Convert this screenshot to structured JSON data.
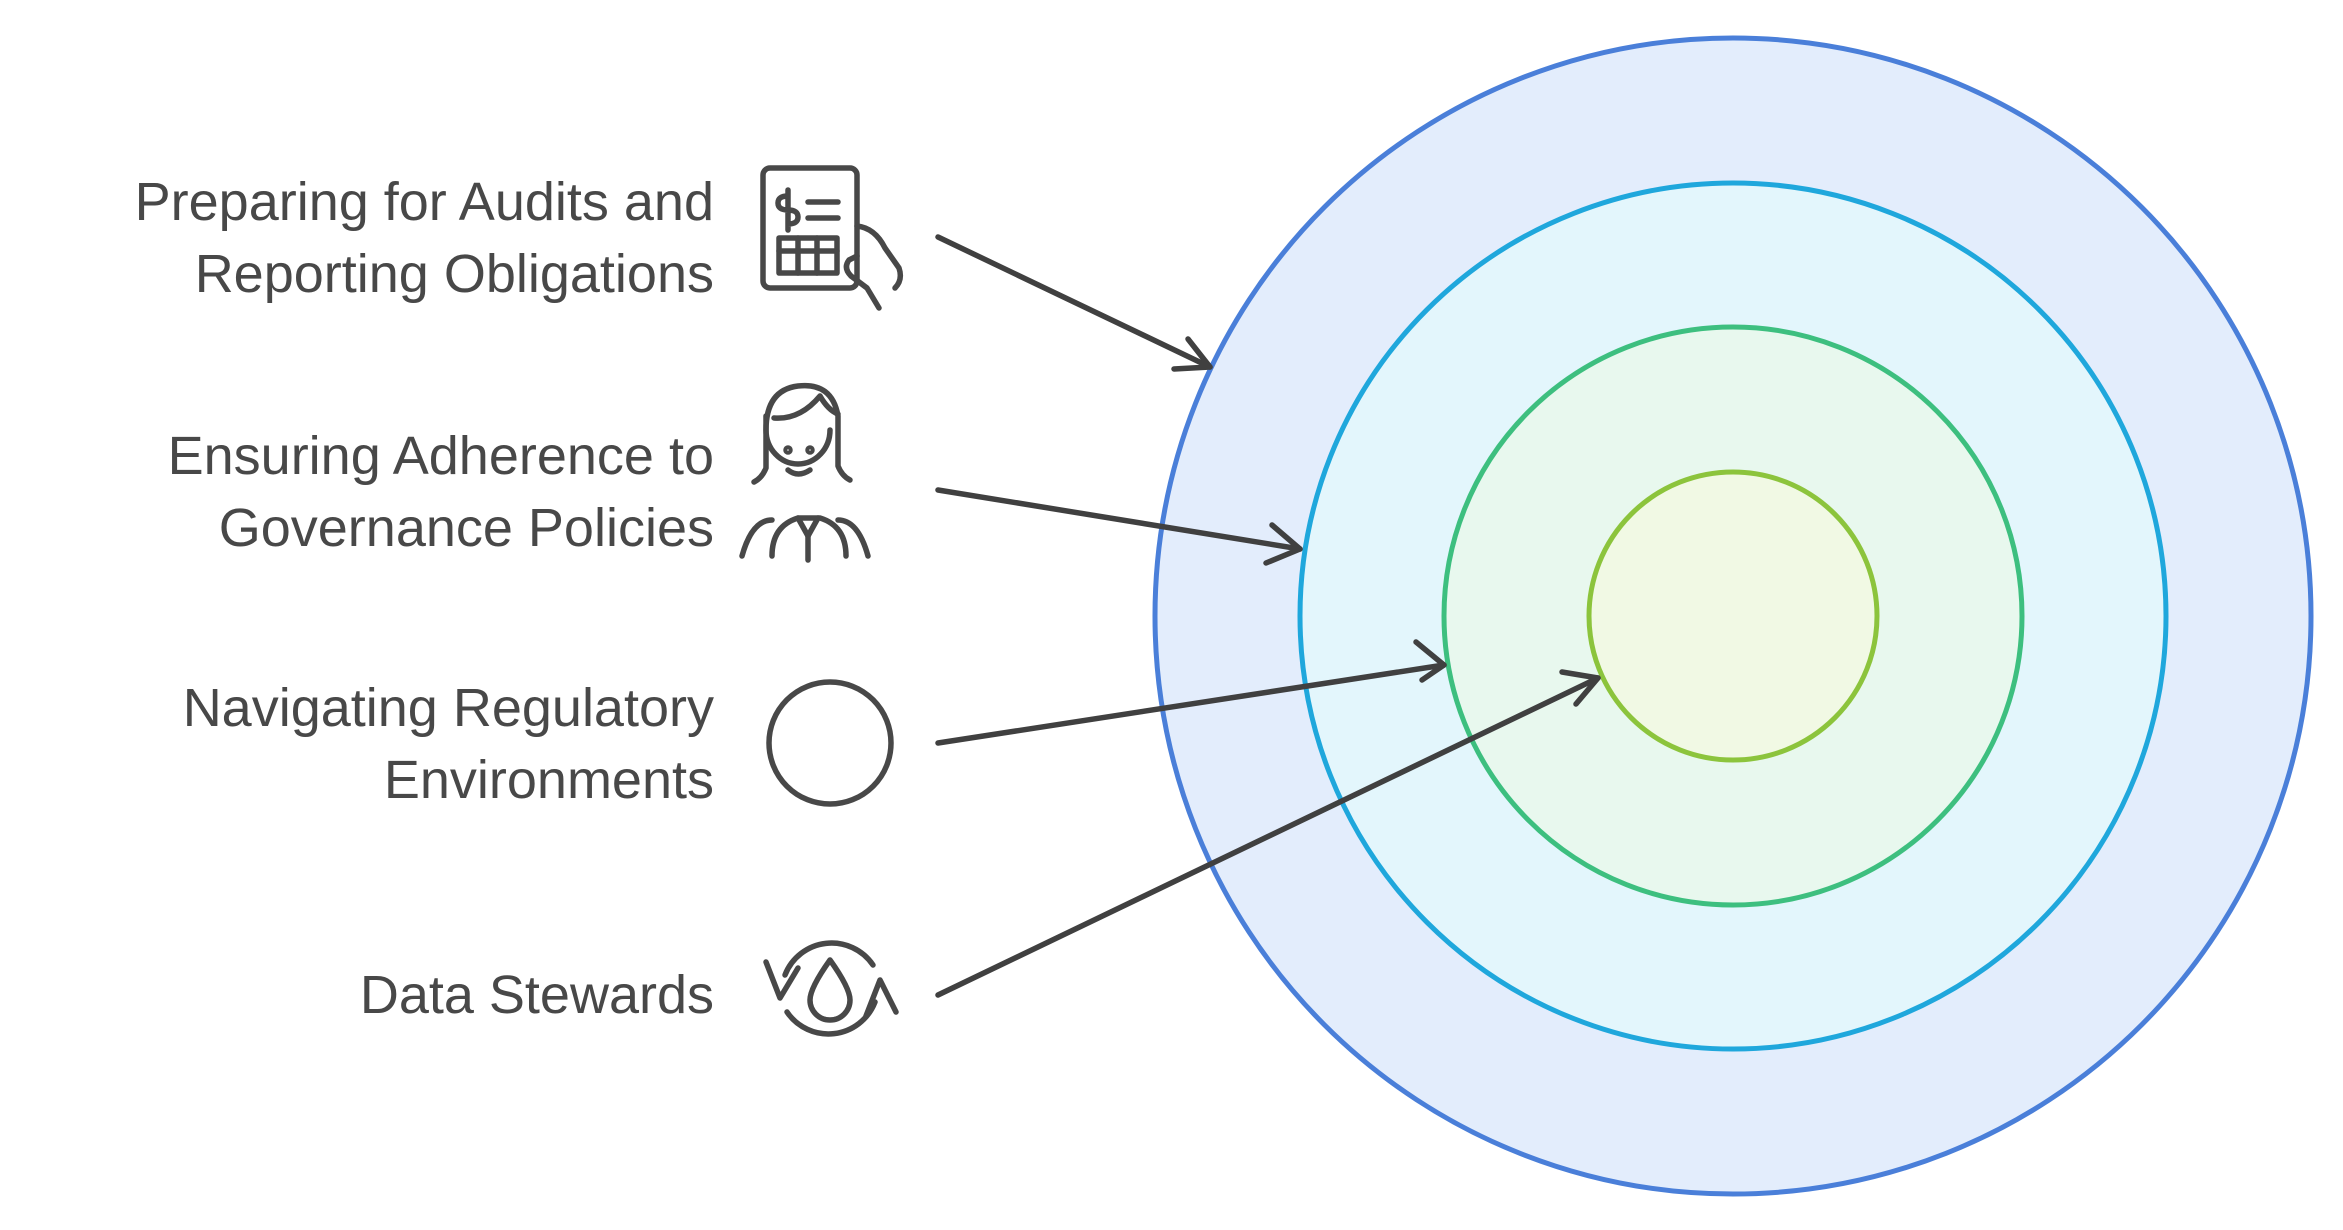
{
  "diagram": {
    "items": [
      {
        "line1": "Preparing for Audits and",
        "line2": "Reporting Obligations",
        "icon": "financial-report-icon"
      },
      {
        "line1": "Ensuring Adherence to",
        "line2": "Governance Policies",
        "icon": "person-officer-icon"
      },
      {
        "line1": "Navigating Regulatory",
        "line2": "Environments",
        "icon": "circle-icon"
      },
      {
        "line1": "Data Stewards",
        "line2": "",
        "icon": "data-drop-cycle-icon"
      }
    ],
    "rings": [
      {
        "fill": "#e3edfc",
        "stroke": "#4a7fd9"
      },
      {
        "fill": "#e3f6fc",
        "stroke": "#1fa7dc"
      },
      {
        "fill": "#e8f8ee",
        "stroke": "#3dbf7f"
      },
      {
        "fill": "#f1f9e4",
        "stroke": "#8cc43c"
      }
    ],
    "text_color": "#484848",
    "arrow_color": "#404040"
  }
}
